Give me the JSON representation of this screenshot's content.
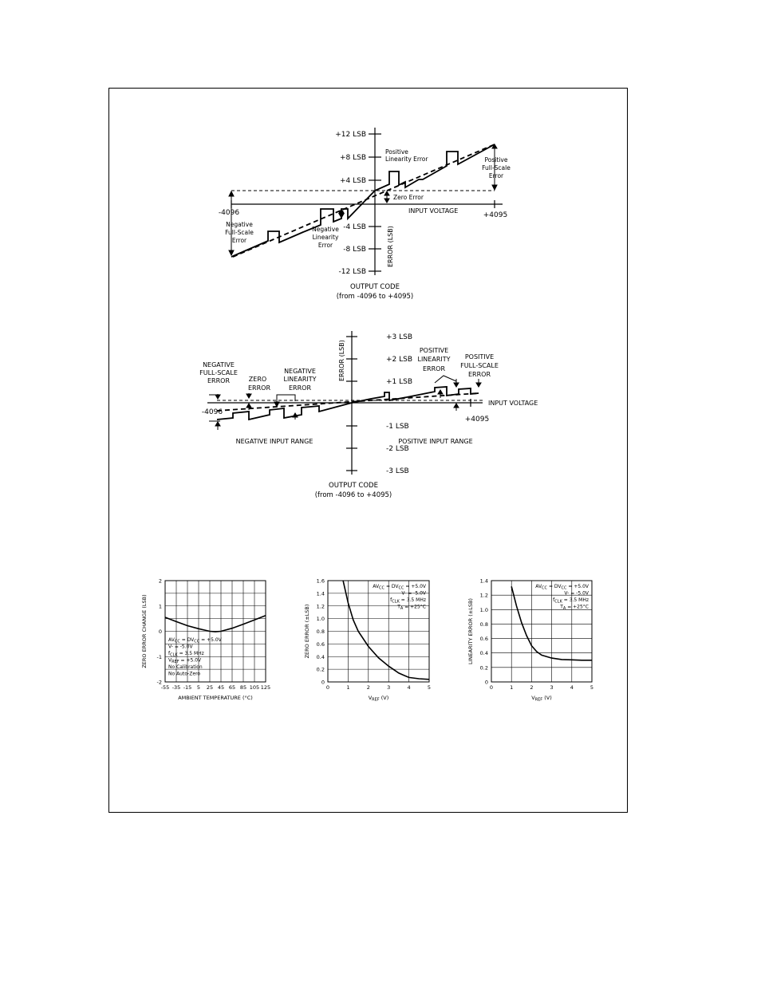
{
  "diagram1": {
    "y_ticks": [
      "+12 LSB",
      "+8 LSB",
      "+4 LSB",
      "-4 LSB",
      "-8 LSB",
      "-12 LSB"
    ],
    "axis_ylabel": "ERROR (LSB)",
    "axis_xlabel": "INPUT VOLTAGE",
    "x_min_label": "-4096",
    "x_max_label": "+4095",
    "pos_lin_line1": "Positive",
    "pos_lin_line2": "Linearity Error",
    "pos_fs_line1": "Positive",
    "pos_fs_line2": "Full-Scale",
    "pos_fs_line3": "Error",
    "zero_error": "Zero Error",
    "neg_fs_line1": "Negative",
    "neg_fs_line2": "Full-Scale",
    "neg_fs_line3": "Error",
    "neg_lin_line1": "Negative",
    "neg_lin_line2": "Linearity",
    "neg_lin_line3": "Error",
    "caption_line1": "OUTPUT CODE",
    "caption_line2": "(from -4096 to +4095)"
  },
  "diagram2": {
    "y_ticks": [
      "+3 LSB",
      "+2 LSB",
      "+1 LSB",
      "-1 LSB",
      "-2 LSB",
      "-3 LSB"
    ],
    "axis_ylabel": "ERROR (LSB)",
    "axis_xlabel": "INPUT VOLTAGE",
    "x_min_label": "-4096",
    "x_max_label": "+4095",
    "neg_fs_line1": "NEGATIVE",
    "neg_fs_line2": "FULL-SCALE",
    "neg_fs_line3": "ERROR",
    "zero_line1": "ZERO",
    "zero_line2": "ERROR",
    "neg_lin_line1": "NEGATIVE",
    "neg_lin_line2": "LINEARITY",
    "neg_lin_line3": "ERROR",
    "pos_lin_line1": "POSITIVE",
    "pos_lin_line2": "LINEARITY",
    "pos_lin_line3": "ERROR",
    "pos_fs_line1": "POSITIVE",
    "pos_fs_line2": "FULL-SCALE",
    "pos_fs_line3": "ERROR",
    "neg_range": "NEGATIVE INPUT RANGE",
    "pos_range": "POSITIVE INPUT RANGE",
    "caption_line1": "OUTPUT CODE",
    "caption_line2": "(from -4096 to +4095)"
  },
  "chart_data": [
    {
      "type": "line",
      "xlabel": "AMBIENT TEMPERATURE (°C)",
      "ylabel": "ZERO ERROR CHANGE (LSB)",
      "x_ticks": [
        "-55",
        "-35",
        "-15",
        "5",
        "25",
        "45",
        "65",
        "85",
        "105",
        "125"
      ],
      "y_ticks": [
        "2",
        "1",
        "0",
        "-1",
        "-2"
      ],
      "xlim": [
        -55,
        125
      ],
      "ylim": [
        -2,
        2
      ],
      "grid": true,
      "annotations": [
        "AV_CC = DV_CC = +5.0V",
        "V- = -5.0V",
        "f_CLK = 3.5 MHz",
        "V_REF = +5.0V",
        "No Calibration",
        "No Auto-Zero"
      ],
      "series": [
        {
          "x": [
            -55,
            -35,
            -15,
            5,
            25,
            35,
            45,
            65,
            85,
            105,
            125
          ],
          "y": [
            0.55,
            0.38,
            0.22,
            0.1,
            0.0,
            -0.02,
            0.0,
            0.12,
            0.28,
            0.45,
            0.62
          ]
        }
      ]
    },
    {
      "type": "line",
      "xlabel": "V_REF (V)",
      "ylabel": "ZERO ERROR (±LSB)",
      "x_ticks": [
        "0",
        "1",
        "2",
        "3",
        "4",
        "5"
      ],
      "y_ticks": [
        "1.6",
        "1.4",
        "1.2",
        "1.0",
        "0.8",
        "0.6",
        "0.4",
        "0.2",
        "0"
      ],
      "xlim": [
        0,
        5
      ],
      "ylim": [
        0,
        1.6
      ],
      "grid": true,
      "annotations": [
        "AV_CC = DV_CC = +5.0V",
        "V- = -5.0V",
        "f_CLK = 3.5 MHz",
        "T_A = +25°C"
      ],
      "series": [
        {
          "x": [
            0.75,
            1.0,
            1.25,
            1.5,
            2.0,
            2.5,
            3.0,
            3.5,
            4.0,
            4.5,
            5.0
          ],
          "y": [
            1.6,
            1.25,
            0.98,
            0.8,
            0.56,
            0.38,
            0.25,
            0.14,
            0.07,
            0.05,
            0.04
          ]
        }
      ]
    },
    {
      "type": "line",
      "xlabel": "V_REF (V)",
      "ylabel": "LINEARITY ERROR (±LSB)",
      "x_ticks": [
        "0",
        "1",
        "2",
        "3",
        "4",
        "5"
      ],
      "y_ticks": [
        "1.4",
        "1.2",
        "1.0",
        "0.8",
        "0.6",
        "0.4",
        "0.2",
        "0"
      ],
      "xlim": [
        0,
        5
      ],
      "ylim": [
        0,
        1.4
      ],
      "grid": true,
      "annotations": [
        "AV_CC = DV_CC = +5.0V",
        "V- = -5.0V",
        "f_CLK = 3.5 MHz",
        "T_A = +25°C"
      ],
      "series": [
        {
          "x": [
            1.0,
            1.25,
            1.5,
            1.75,
            2.0,
            2.25,
            2.5,
            3.0,
            3.5,
            4.0,
            4.5,
            5.0
          ],
          "y": [
            1.32,
            1.05,
            0.82,
            0.64,
            0.5,
            0.42,
            0.37,
            0.33,
            0.31,
            0.305,
            0.3,
            0.3
          ]
        }
      ]
    }
  ]
}
